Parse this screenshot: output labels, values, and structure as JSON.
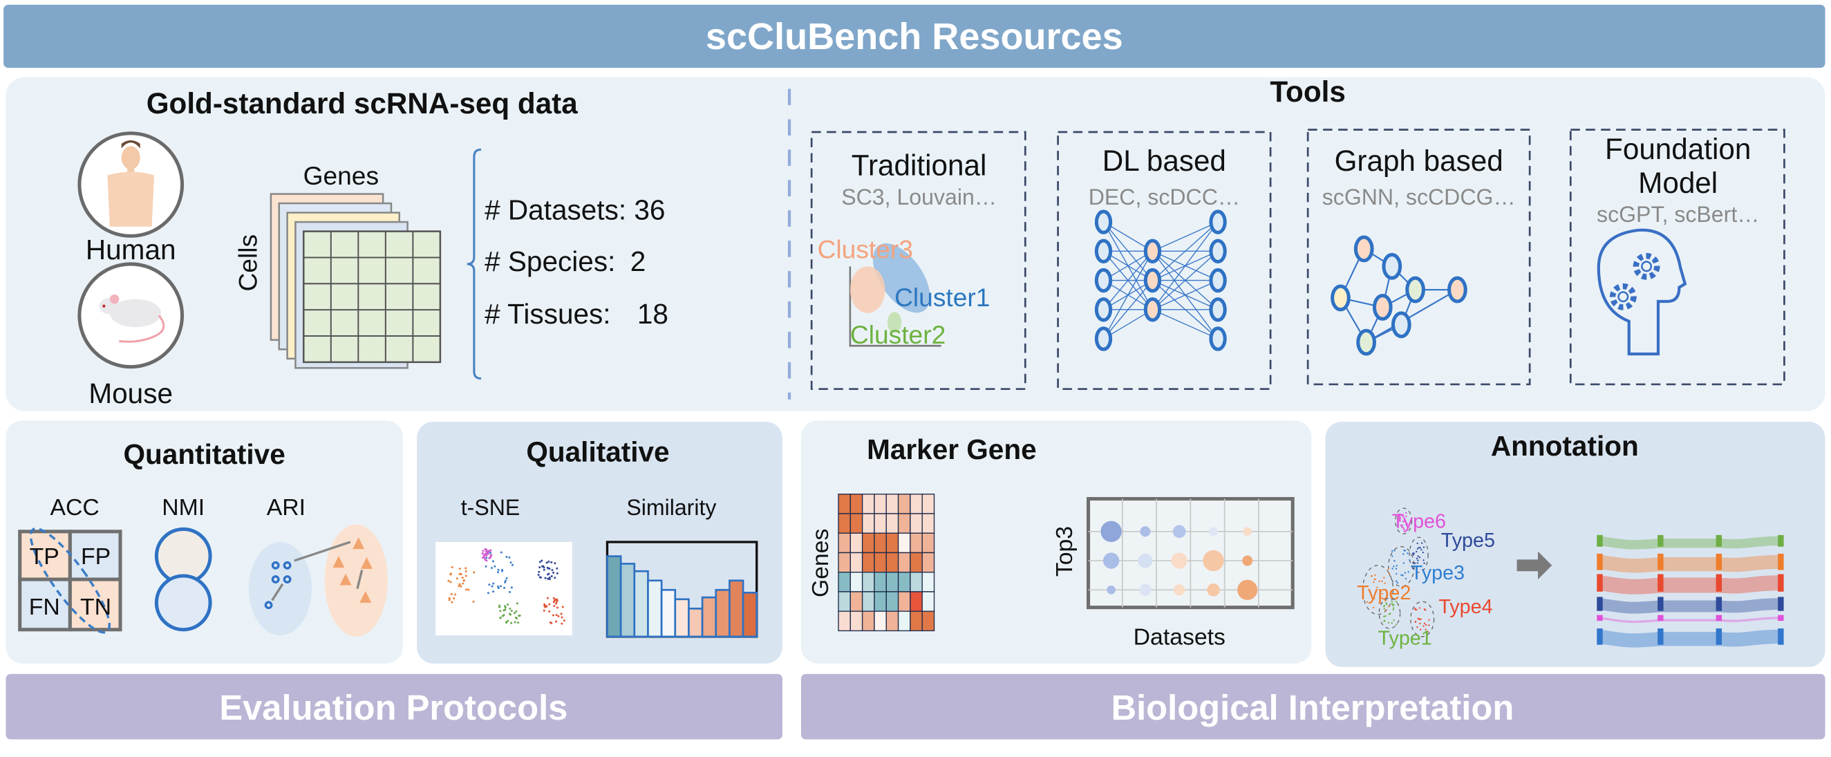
{
  "header": {
    "title": "scCluBench Resources"
  },
  "data_section": {
    "title": "Gold-standard scRNA-seq data",
    "species": [
      "Human",
      "Mouse"
    ],
    "matrix_labels": {
      "genes": "Genes",
      "cells": "Cells"
    },
    "stats": [
      {
        "label": "# Datasets:",
        "value": "36"
      },
      {
        "label": "# Species:",
        "value": "2"
      },
      {
        "label": "# Tissues:",
        "value": "18"
      }
    ]
  },
  "tools": {
    "title": "Tools",
    "categories": [
      {
        "name": "Traditional",
        "examples": "SC3, Louvain…"
      },
      {
        "name": "DL based",
        "examples": "DEC, scDCC…"
      },
      {
        "name": "Graph based",
        "examples": "scGNN, scCDCG…"
      },
      {
        "name_line1": "Foundation",
        "name_line2": "Model",
        "examples": "scGPT, scBert…"
      }
    ],
    "cluster_labels": [
      "Cluster3",
      "Cluster1",
      "Cluster2"
    ]
  },
  "quantitative": {
    "title": "Quantitative",
    "metrics": [
      "ACC",
      "NMI",
      "ARI"
    ],
    "confusion": [
      "TP",
      "FP",
      "FN",
      "TN"
    ]
  },
  "qualitative": {
    "title": "Qualitative",
    "items": [
      "t-SNE",
      "Similarity"
    ],
    "similarity_bars": [
      0.86,
      0.78,
      0.7,
      0.6,
      0.5,
      0.4,
      0.3,
      0.42,
      0.5,
      0.6,
      0.47
    ],
    "bar_colors": [
      "#6fa8b3",
      "#a9ccd6",
      "#cfe3ea",
      "#e9f3f6",
      "#f4f8fa",
      "#fbe5da",
      "#f5c8b3",
      "#eda98a",
      "#e79670",
      "#e2845b",
      "#dc6f41"
    ]
  },
  "marker_gene": {
    "title": "Marker Gene",
    "heatmap_label": "Genes",
    "dotplot_ylabel": "Top3",
    "dotplot_xlabel": "Datasets",
    "heatmap_levels": [
      [
        4,
        4,
        1,
        1,
        1,
        2,
        1,
        1
      ],
      [
        4,
        4,
        1,
        1,
        1,
        2,
        1,
        1
      ],
      [
        2,
        1,
        4,
        4,
        4,
        0,
        2,
        2
      ],
      [
        2,
        1,
        4,
        4,
        4,
        2,
        4,
        2
      ],
      [
        -3,
        -1,
        -2,
        -3,
        -3,
        -3,
        -2,
        -1
      ],
      [
        -2,
        2,
        -2,
        -3,
        -3,
        2,
        5,
        -1
      ],
      [
        1,
        1,
        2,
        0,
        2,
        -1,
        4,
        4
      ]
    ],
    "dots": [
      [
        {
          "s": 1.0,
          "c": "#8ea6d9"
        },
        {
          "s": 0.35,
          "c": "#a9bde6"
        },
        {
          "s": 0.5,
          "c": "#b3c4ea"
        },
        {
          "s": 0.25,
          "c": "#dfe6f5"
        },
        {
          "s": 0.25,
          "c": "#f9dcc6"
        }
      ],
      [
        {
          "s": 0.7,
          "c": "#a9bde6"
        },
        {
          "s": 0.6,
          "c": "#d6e0f3"
        },
        {
          "s": 0.7,
          "c": "#f8dcc7"
        },
        {
          "s": 1.0,
          "c": "#f6c7a5"
        },
        {
          "s": 0.35,
          "c": "#f0a877"
        }
      ],
      [
        {
          "s": 0.25,
          "c": "#a9bde6"
        },
        {
          "s": 0.45,
          "c": "#dce4f4"
        },
        {
          "s": 0.4,
          "c": "#f8dcc7"
        },
        {
          "s": 0.5,
          "c": "#f6c7a5"
        },
        {
          "s": 0.95,
          "c": "#f0a877"
        }
      ]
    ]
  },
  "annotation": {
    "title": "Annotation",
    "types": [
      {
        "label": "Type6",
        "color": "#e052d8"
      },
      {
        "label": "Type5",
        "color": "#2e4a9a"
      },
      {
        "label": "Type3",
        "color": "#2f7fd1"
      },
      {
        "label": "Type2",
        "color": "#ef7d2c"
      },
      {
        "label": "Type4",
        "color": "#e8492f"
      },
      {
        "label": "Type1",
        "color": "#6db33f"
      }
    ],
    "sankey_colors": [
      "#6fae45",
      "#ef7d2c",
      "#e8492f",
      "#2e4a9a",
      "#e052d8",
      "#3177cc"
    ]
  },
  "footer": {
    "left": "Evaluation Protocols",
    "right": "Biological Interpretation"
  }
}
